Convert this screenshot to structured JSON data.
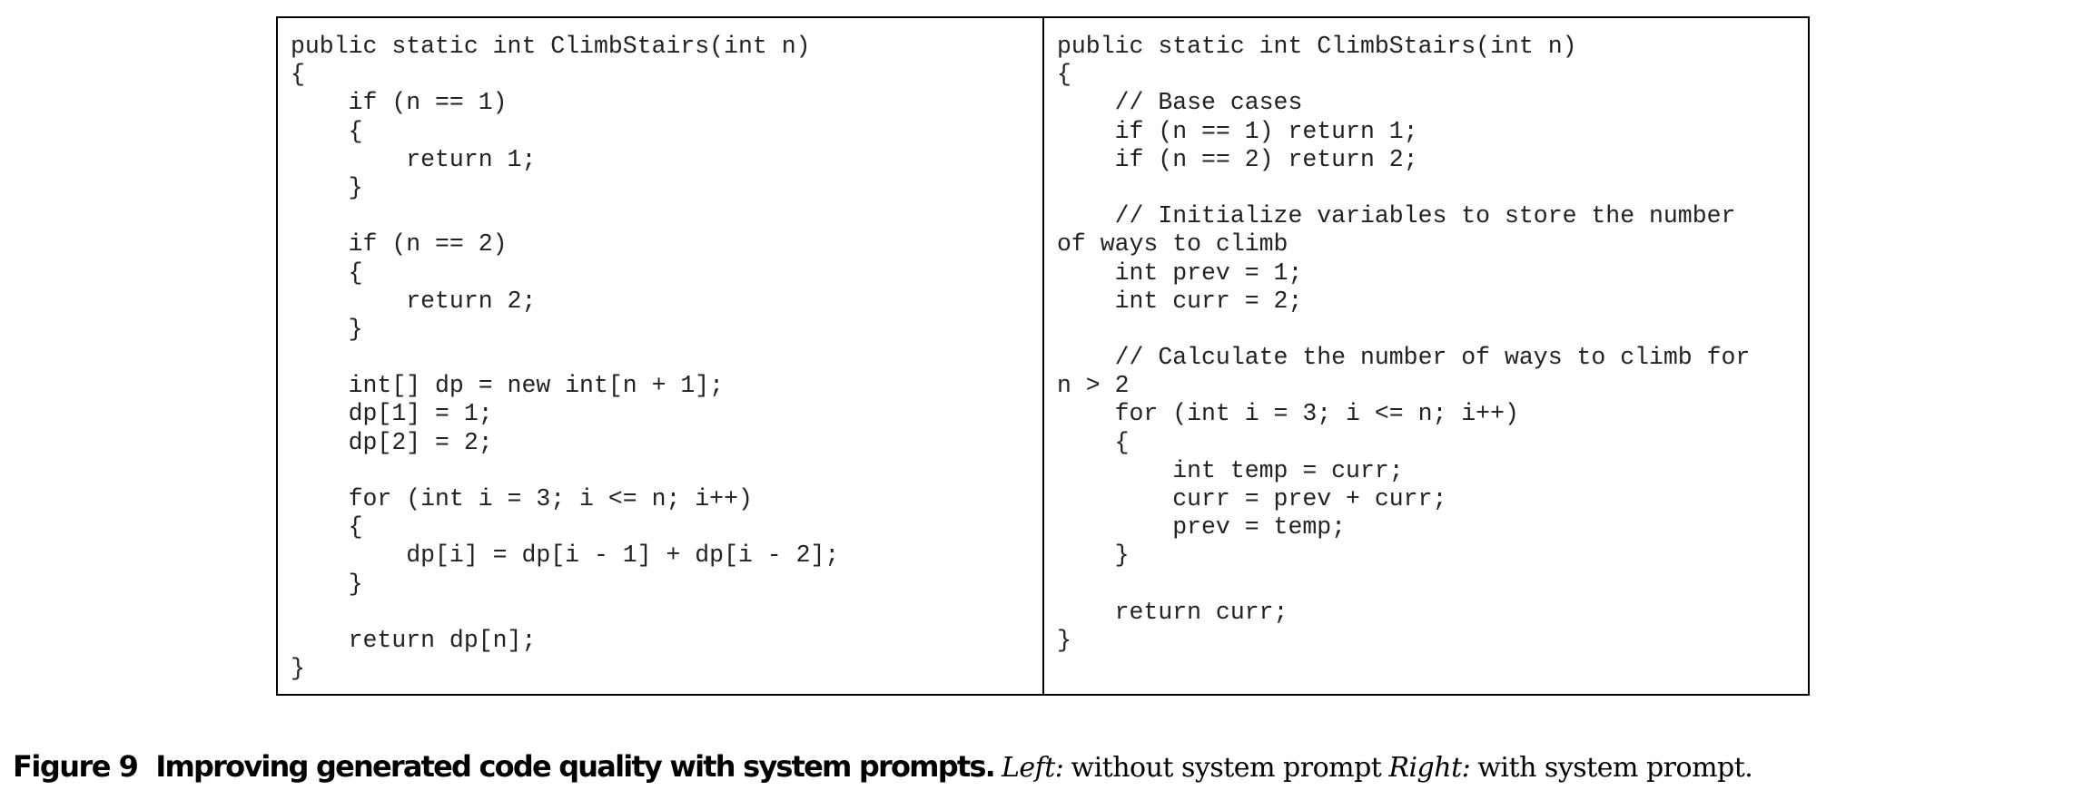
{
  "left_code": [
    "public static int ClimbStairs(int n)",
    "{",
    "    if (n == 1)",
    "    {",
    "        return 1;",
    "    }",
    "",
    "    if (n == 2)",
    "    {",
    "        return 2;",
    "    }",
    "",
    "    int[] dp = new int[n + 1];",
    "    dp[1] = 1;",
    "    dp[2] = 2;",
    "",
    "    for (int i = 3; i <= n; i++)",
    "    {",
    "        dp[i] = dp[i - 1] + dp[i - 2];",
    "    }",
    "",
    "    return dp[n];",
    "}"
  ],
  "right_code": [
    "public static int ClimbStairs(int n)",
    "{",
    "    // Base cases",
    "    if (n == 1) return 1;",
    "    if (n == 2) return 2;",
    "",
    "    // Initialize variables to store the number",
    "of ways to climb",
    "    int prev = 1;",
    "    int curr = 2;",
    "",
    "    // Calculate the number of ways to climb for",
    "n > 2",
    "    for (int i = 3; i <= n; i++)",
    "    {",
    "        int temp = curr;",
    "        curr = prev + curr;",
    "        prev = temp;",
    "    }",
    "",
    "    return curr;",
    "}"
  ],
  "caption": {
    "label": "Figure 9",
    "title": "Improving generated code quality with system prompts.",
    "left_label": "Left:",
    "left_text": "without system prompt",
    "right_label": "Right:",
    "right_text": "with system prompt."
  }
}
